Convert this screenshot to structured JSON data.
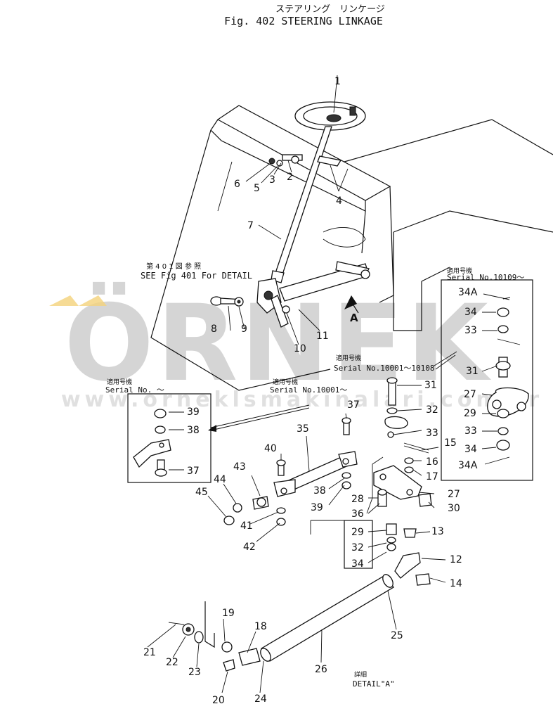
{
  "title": {
    "japanese": "ステアリング　リンケージ",
    "english": "Fig. 402 STEERING LINKAGE"
  },
  "notes": {
    "see_fig_jp": "第 4 0 1 図 参 照",
    "see_fig": "SEE Fig 401 For DETAIL",
    "serial_10109_jp": "適用号機",
    "serial_10109": "Serial No.10109～",
    "serial_10001_10108_jp": "適用号機",
    "serial_10001_10108": "Serial No.10001～10108",
    "serial_left_jp": "適用号機",
    "serial_left": "Serial No. ～",
    "serial_center_jp": "適用号機",
    "serial_center": "Serial No.10001～",
    "view_a": "A",
    "detail_a_jp": "詳細",
    "detail_a": "DETAIL\"A\""
  },
  "watermark": {
    "brand": "ÖRNEK",
    "url": "www.orneklsmakinalari.com.tr"
  },
  "part_labels": {
    "p1": "1",
    "p2": "2",
    "p3": "3",
    "p4": "4",
    "p5": "5",
    "p6": "6",
    "p7": "7",
    "p8": "8",
    "p9": "9",
    "p10": "10",
    "p11": "11",
    "p12": "12",
    "p13": "13",
    "p14": "14",
    "p15": "15",
    "p16": "16",
    "p17": "17",
    "p18": "18",
    "p19": "19",
    "p20": "20",
    "p21": "21",
    "p22": "22",
    "p23": "23",
    "p24": "24",
    "p25": "25",
    "p26": "26",
    "p27": "27",
    "p27b": "27",
    "p28": "28",
    "p29": "29",
    "p29b": "29",
    "p30": "30",
    "p31": "31",
    "p31b": "31",
    "p32": "32",
    "p32b": "32",
    "p33": "33",
    "p33b": "33",
    "p33c": "33",
    "p34": "34",
    "p34b": "34",
    "p34c": "34",
    "p34a": "34A",
    "p34a_b": "34A",
    "p35": "35",
    "p36": "36",
    "p37": "37",
    "p37b": "37",
    "p38": "38",
    "p38b": "38",
    "p39": "39",
    "p39b": "39",
    "p40": "40",
    "p41": "41",
    "p42": "42",
    "p43": "43",
    "p44": "44",
    "p45": "45"
  }
}
